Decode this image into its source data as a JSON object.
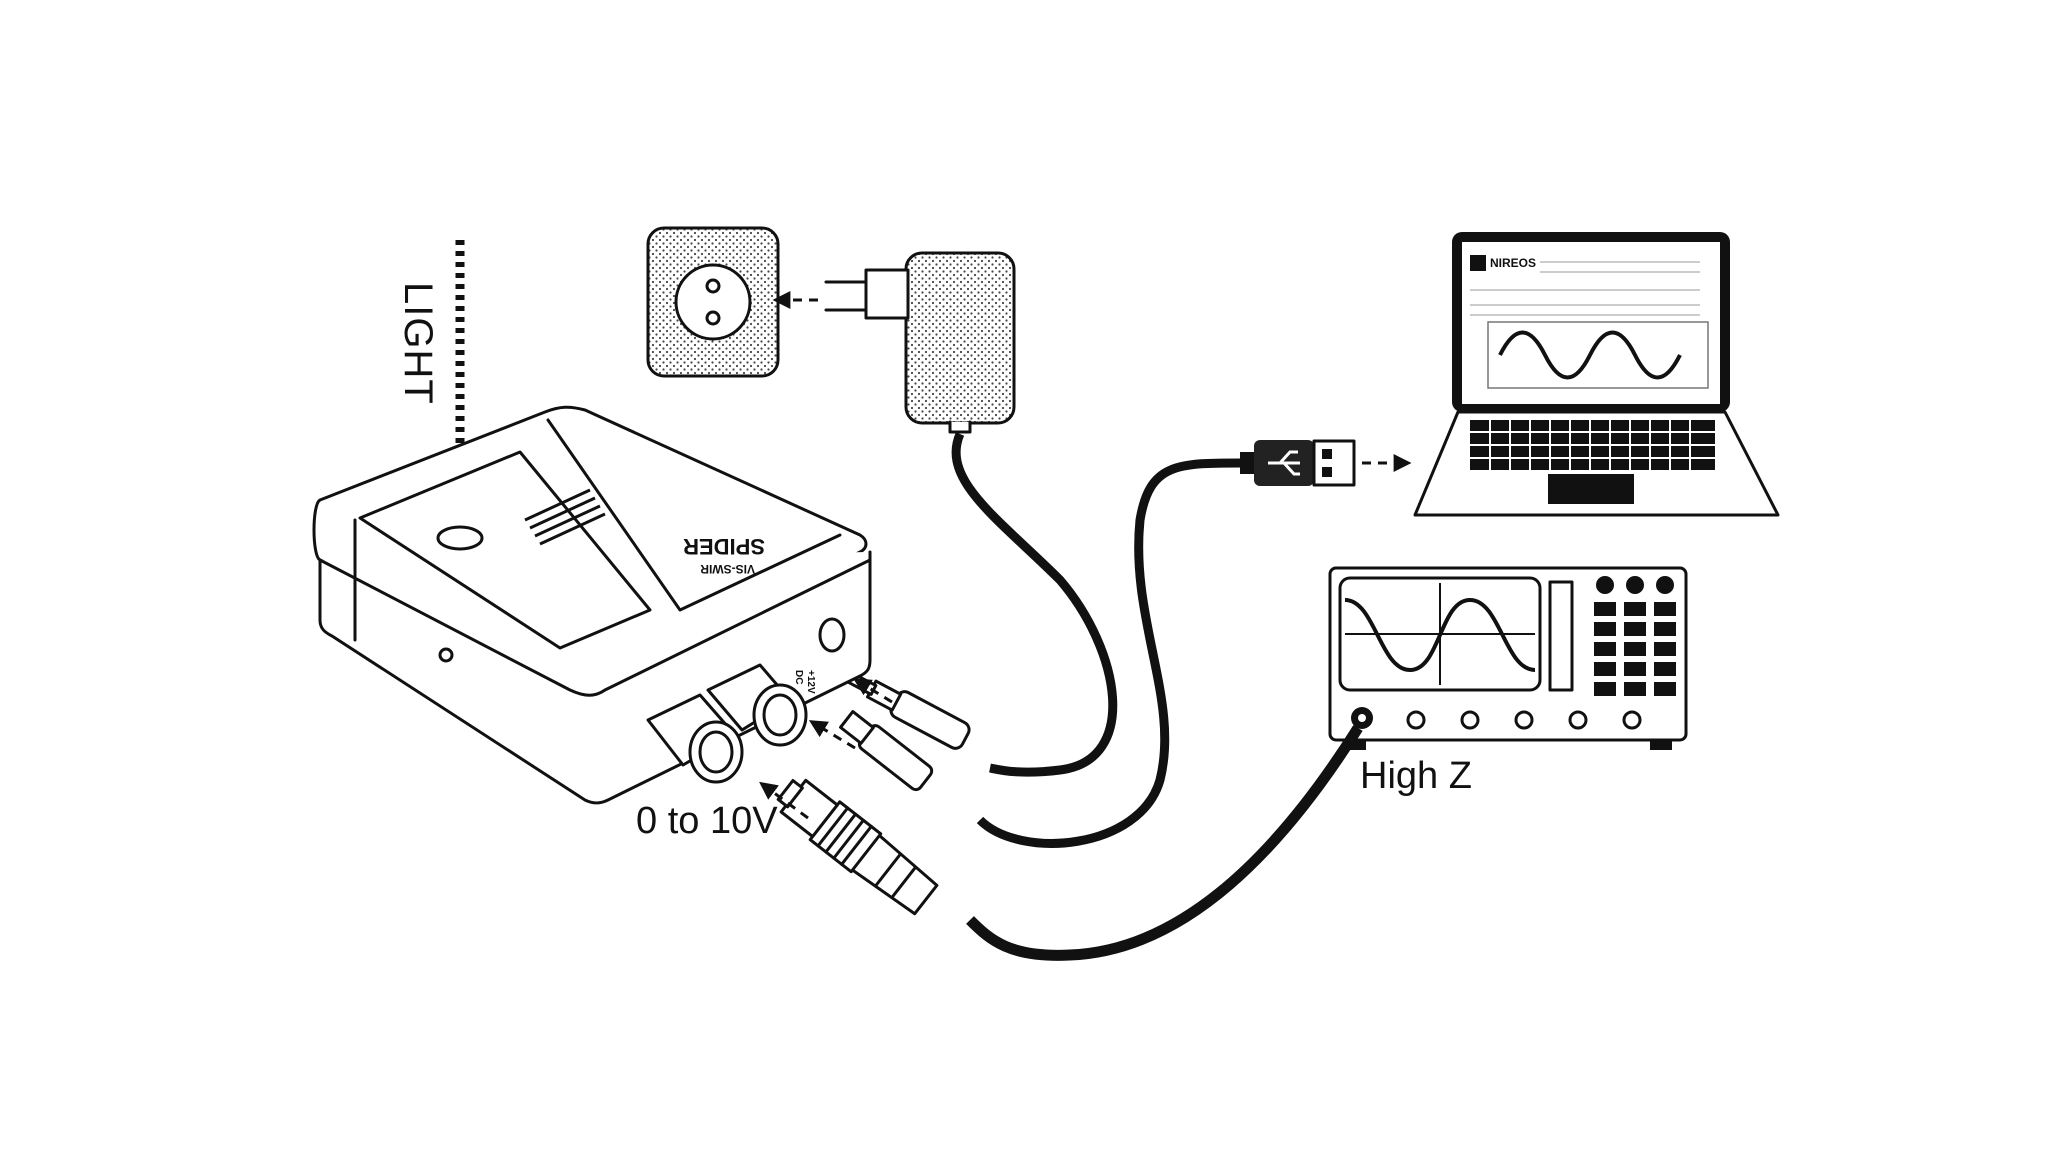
{
  "labels": {
    "light": "LIGHT",
    "range": "0 to 10V",
    "high_z": "High Z"
  },
  "device": {
    "brand_text": "SPIDER",
    "model_text": "VIS-SWIR",
    "port_label": "+12V",
    "port_label_2": "DC"
  },
  "laptop_screen": {
    "logo_text": "NIREOS"
  },
  "colors": {
    "ink": "#111111",
    "background": "#ffffff"
  },
  "icons": [
    "wall-socket-icon",
    "power-adapter-icon",
    "usb-plug-icon",
    "laptop-icon",
    "oscilloscope-icon",
    "bnc-connector-icon",
    "detector-device-icon"
  ]
}
